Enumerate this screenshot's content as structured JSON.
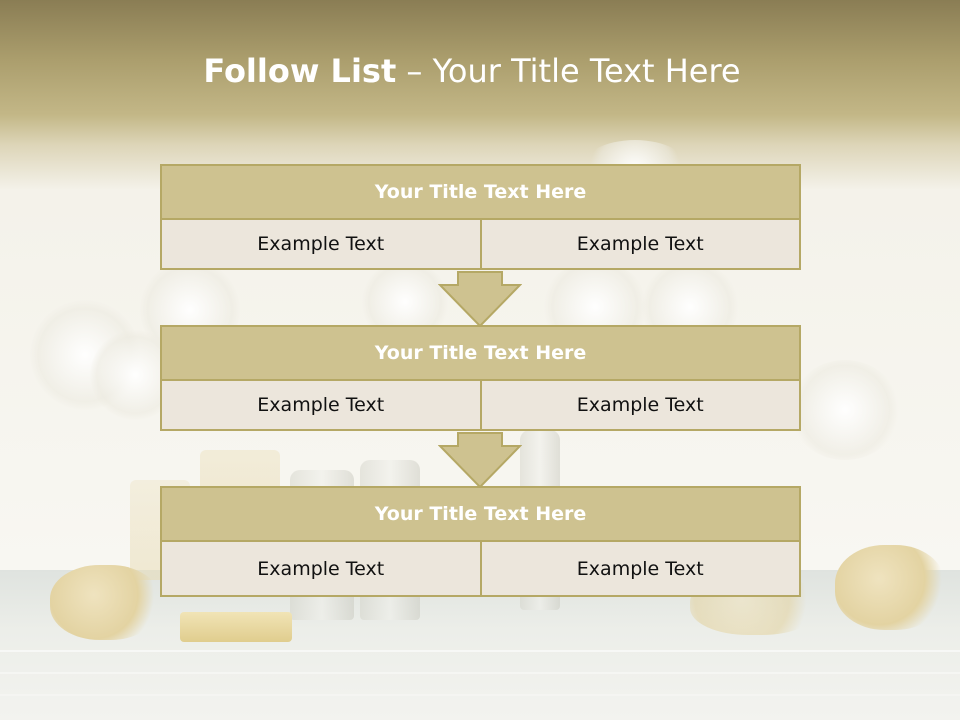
{
  "slide": {
    "title_bold": "Follow List",
    "title_rest": " – Your Title Text Here"
  },
  "blocks": [
    {
      "title": "Your Title Text Here",
      "left": "Example Text",
      "right": "Example Text"
    },
    {
      "title": "Your Title Text Here",
      "left": "Example Text",
      "right": "Example Text"
    },
    {
      "title": "Your Title Text Here",
      "left": "Example Text",
      "right": "Example Text"
    }
  ],
  "colors": {
    "header_fill": "#cec290",
    "border": "#b5a865",
    "cell_fill": "#ece6dc",
    "arrow_fill": "#cec290"
  },
  "icons": [
    "down-arrow-icon",
    "down-arrow-icon"
  ]
}
